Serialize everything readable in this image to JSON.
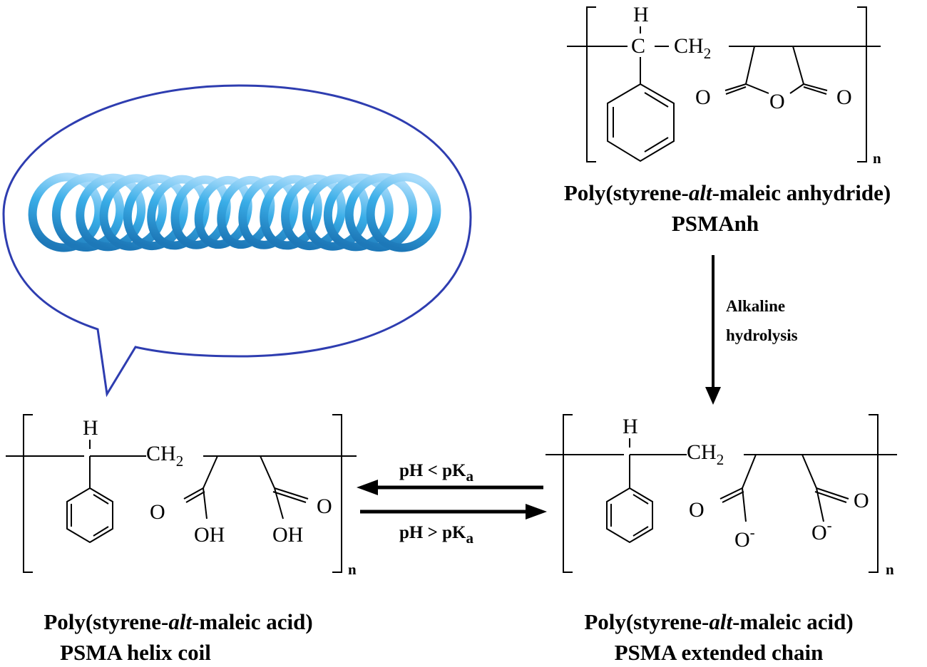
{
  "colors": {
    "bubble_outline": "#2e3db0",
    "helix": "#3aaee8",
    "ink": "#000000"
  },
  "psmanh": {
    "atom_h": "H",
    "atom_c": "C",
    "atom_ch": "CH",
    "atom_ch_sub": "2",
    "atom_o_left": "O",
    "atom_o_ring": "O",
    "atom_o_right": "O",
    "repeat_n": "n",
    "name_pre": "Poly(styrene-",
    "name_italic": "alt",
    "name_post": "-maleic anhydride)",
    "abbr": "PSMAnh"
  },
  "hydrolysis_arrow": {
    "line1": "Alkaline",
    "line2": "hydrolysis"
  },
  "helix_form": {
    "atom_h": "H",
    "atom_ch": "CH",
    "atom_ch_sub": "2",
    "atom_o_left": "O",
    "atom_o_right": "O",
    "atom_oh_left": "OH",
    "atom_oh_right": "OH",
    "repeat_n": "n",
    "name_pre": "Poly(styrene-",
    "name_italic": "alt",
    "name_post": "-maleic acid)",
    "abbr": "PSMA helix coil"
  },
  "extended_form": {
    "atom_h": "H",
    "atom_ch": "CH",
    "atom_ch_sub": "2",
    "atom_o_left": "O",
    "atom_o_right": "O",
    "atom_ominus_left": "O",
    "atom_ominus_right": "O",
    "charge": "-",
    "repeat_n": "n",
    "name_pre": "Poly(styrene-",
    "name_italic": "alt",
    "name_post": "-maleic acid)",
    "abbr": "PSMA extended chain"
  },
  "equilibrium": {
    "top_pre": "pH < pK",
    "top_sub": "a",
    "bottom_pre": "pH > pK",
    "bottom_sub": "a"
  }
}
